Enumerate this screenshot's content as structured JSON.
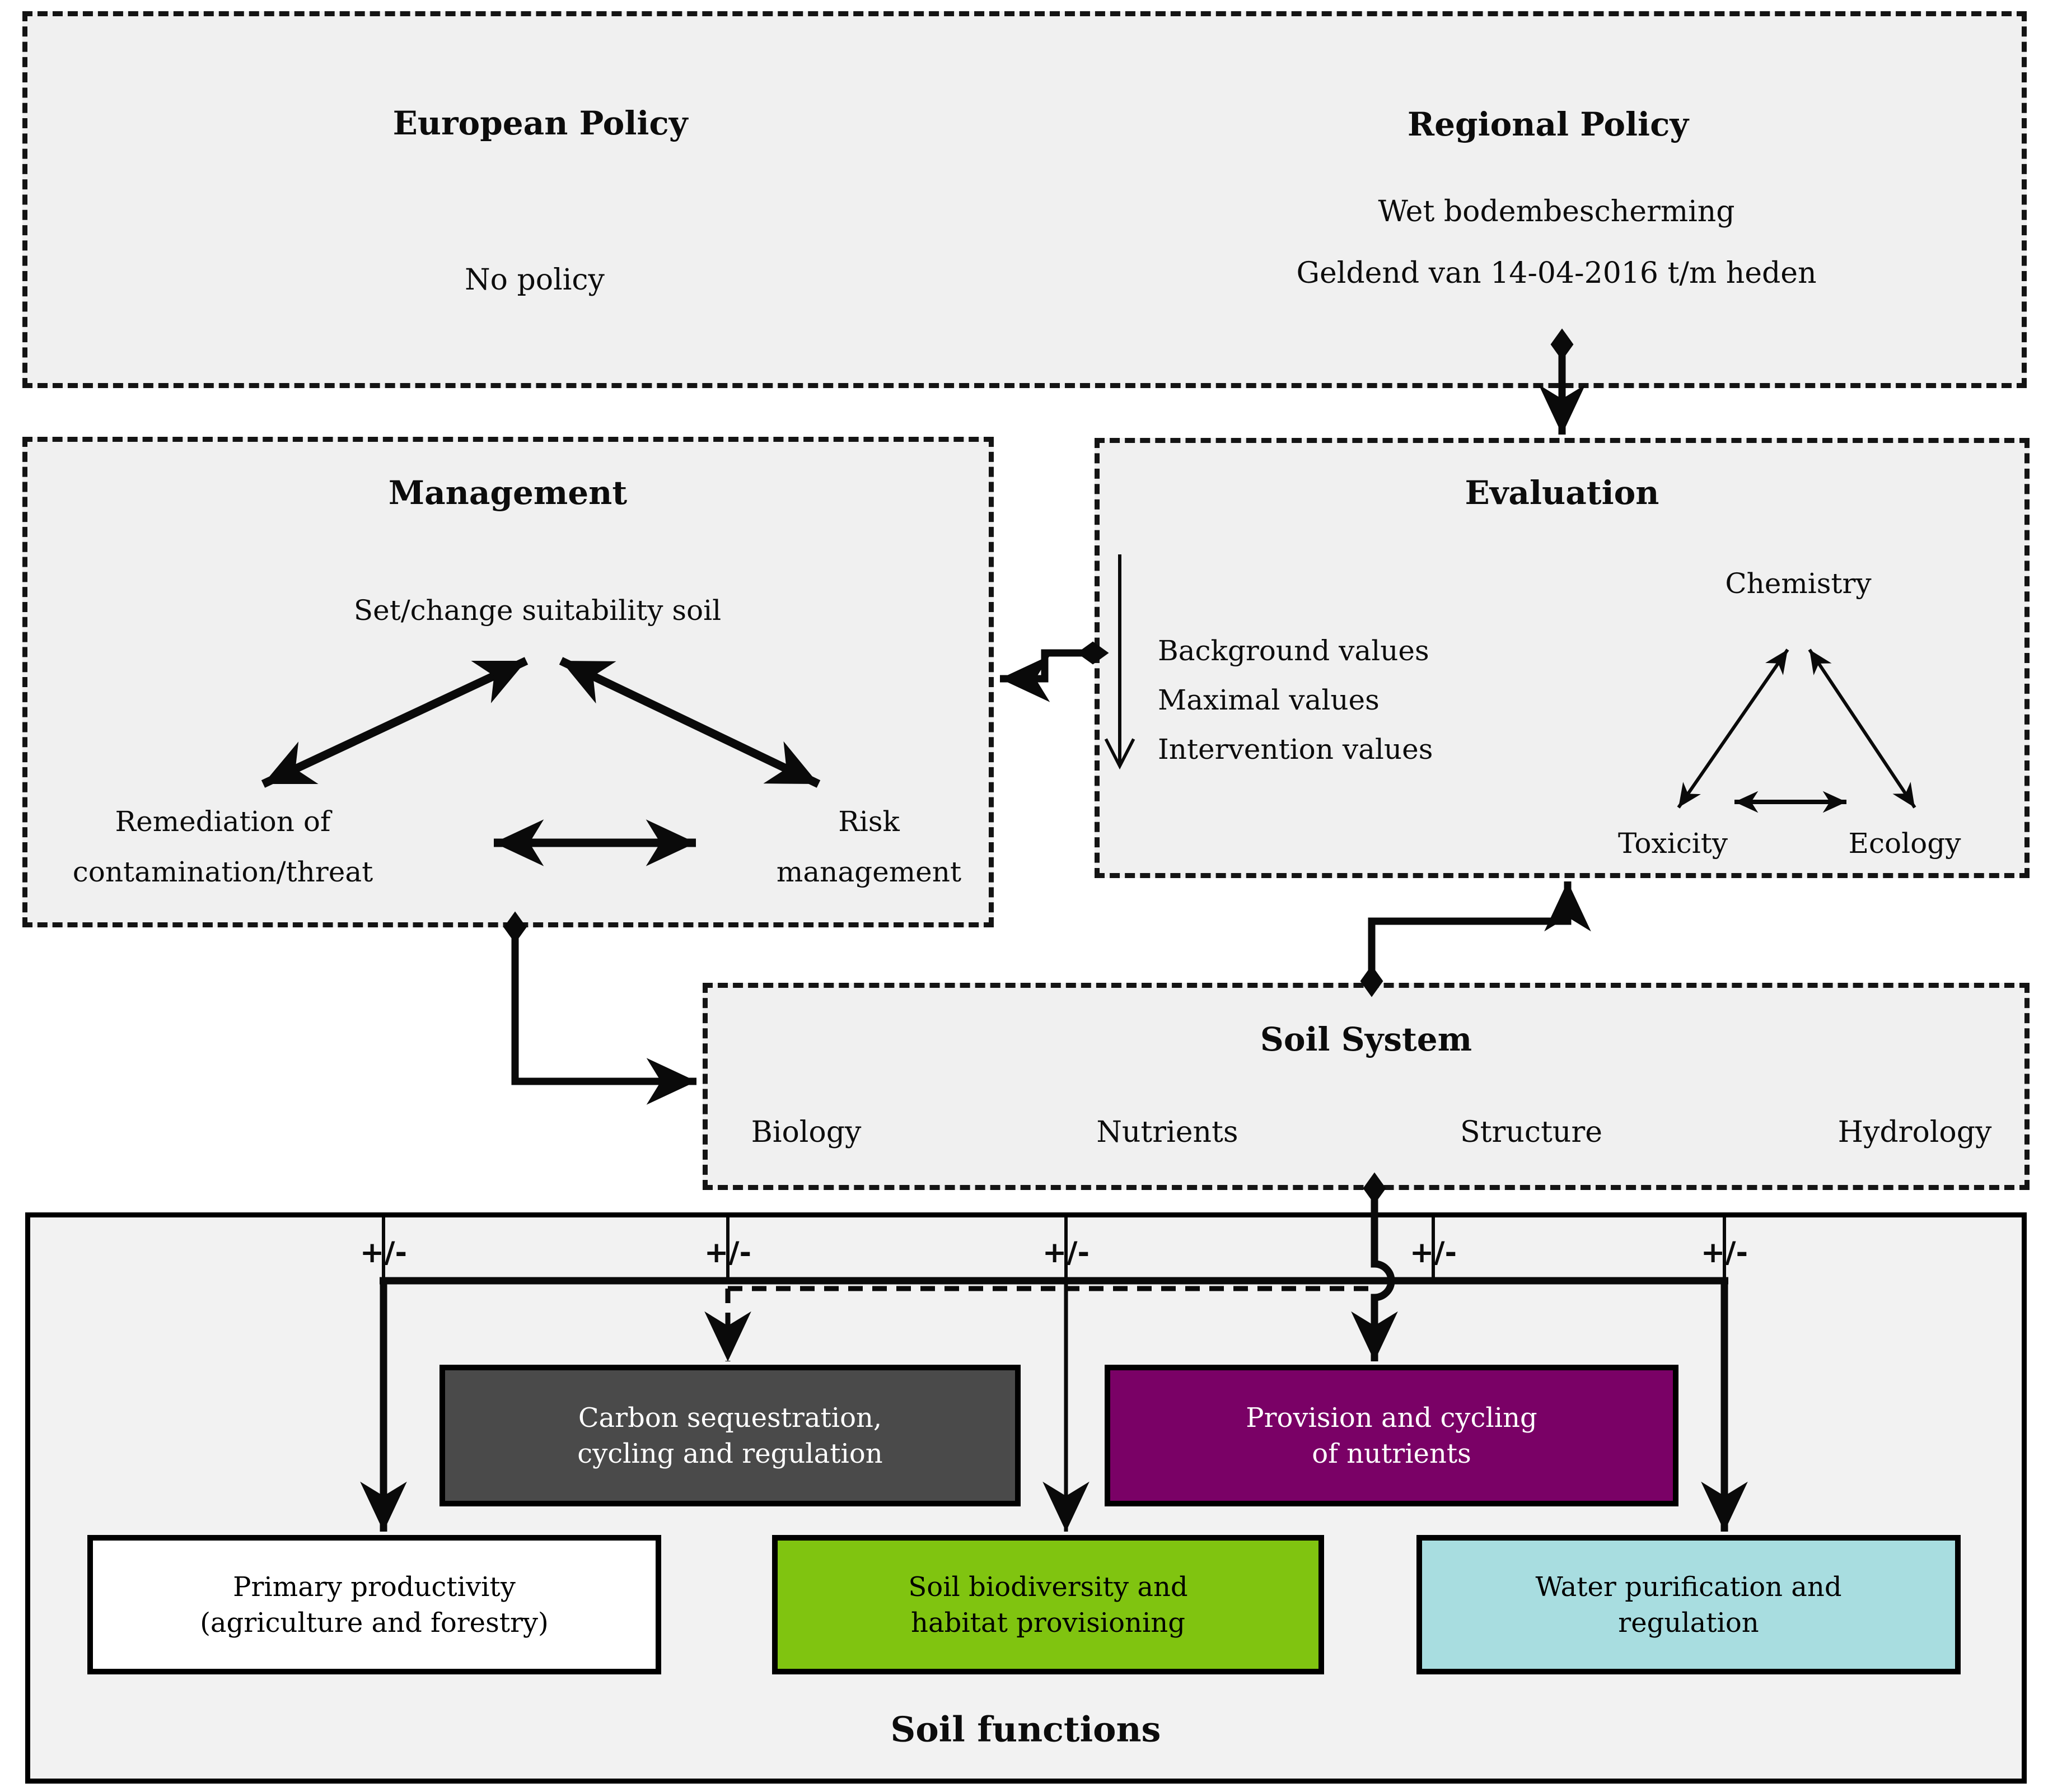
{
  "policy_box": {
    "european_title": "European Policy",
    "european_body": "No policy",
    "regional_title": "Regional Policy",
    "regional_line1": "Wet bodembescherming",
    "regional_line2": "Geldend van 14-04-2016 t/m heden"
  },
  "management": {
    "title": "Management",
    "top_node": "Set/change suitability soil",
    "left_node_line1": "Remediation of",
    "left_node_line2": "contamination/threat",
    "right_node_line1": "Risk",
    "right_node_line2": "management"
  },
  "evaluation": {
    "title": "Evaluation",
    "values": [
      "Background values",
      "Maximal values",
      "Intervention values"
    ],
    "triangle": {
      "top": "Chemistry",
      "bottom_left": "Toxicity",
      "bottom_right": "Ecology"
    }
  },
  "soil_system": {
    "title": "Soil System",
    "components": [
      "Biology",
      "Nutrients",
      "Structure",
      "Hydrology"
    ]
  },
  "soil_functions": {
    "title": "Soil functions",
    "impact_label": "+/-",
    "functions": [
      {
        "line1": "Carbon sequestration,",
        "line2": "cycling and regulation",
        "bg": "#4a4a4a",
        "fg": "#ffffff"
      },
      {
        "line1": "Provision and cycling",
        "line2": "of nutrients",
        "bg": "#7a0166",
        "fg": "#ffffff"
      },
      {
        "line1": "Primary productivity",
        "line2": "(agriculture and forestry)",
        "bg": "#ffffff",
        "fg": "#000000"
      },
      {
        "line1": "Soil biodiversity and",
        "line2": "habitat provisioning",
        "bg": "#80c410",
        "fg": "#000000"
      },
      {
        "line1": "Water purification and",
        "line2": "regulation",
        "bg": "#a8dde0",
        "fg": "#000000"
      }
    ]
  },
  "colors": {
    "dashed_box_fill": "#f0f0f0",
    "outer_box_fill": "#f2f2f2",
    "line_color": "#0a0a0a",
    "carbon_bg": "#4a4a4a",
    "nutrients_bg": "#7a0166",
    "primary_bg": "#ffffff",
    "biodiversity_bg": "#80c410",
    "water_bg": "#a8dde0"
  }
}
